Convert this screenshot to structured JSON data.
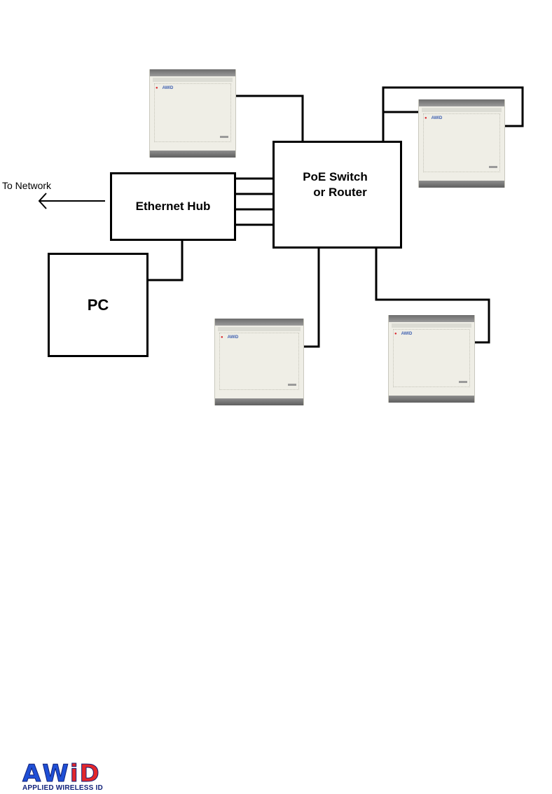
{
  "diagram": {
    "to_network_label": "To Network",
    "hub_label": "Ethernet Hub",
    "switch_label_line1": "PoE Switch",
    "switch_label_line2": "or  Router",
    "pc_label": "PC",
    "reader_brand": "AWID"
  },
  "logo": {
    "letters": [
      "A",
      "W",
      "i",
      "D"
    ],
    "letter_colors": [
      "#1f4fd6",
      "#1f4fd6",
      "#e3262b",
      "#e3262b"
    ],
    "tagline": "APPLIED WIRELESS ID"
  },
  "colors": {
    "line": "#000000",
    "reader_body": "#efeee6",
    "brand_blue": "#1f4fd6",
    "brand_red": "#e3262b"
  }
}
